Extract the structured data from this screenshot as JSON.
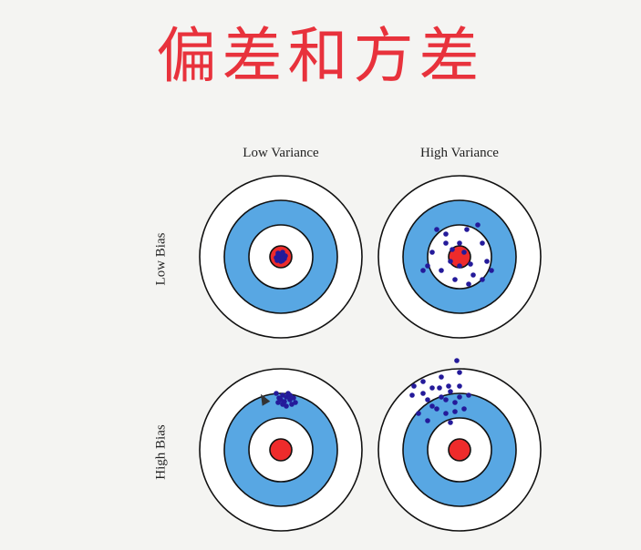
{
  "title": "偏差和方差",
  "columns": [
    "Low Variance",
    "High Variance"
  ],
  "rows": [
    "Low Bias",
    "High Bias"
  ],
  "colors": {
    "ring_blue": "#58a7e3",
    "bullseye_red": "#ee2b2b",
    "dot_navy": "#241a9a",
    "title_red": "#e8323c"
  },
  "targets": [
    {
      "name": "low-bias-low-variance",
      "points": [
        [
          -3,
          -4
        ],
        [
          2,
          -5
        ],
        [
          -5,
          1
        ],
        [
          4,
          2
        ],
        [
          0,
          5
        ],
        [
          -2,
          -1
        ],
        [
          3,
          -2
        ],
        [
          -4,
          4
        ],
        [
          5,
          -1
        ],
        [
          1,
          1
        ],
        [
          -1,
          3
        ],
        [
          2,
          4
        ],
        [
          -3,
          -2
        ],
        [
          0,
          -3
        ]
      ]
    },
    {
      "name": "low-bias-high-variance",
      "points": [
        [
          -15,
          -25
        ],
        [
          8,
          -30
        ],
        [
          -30,
          -5
        ],
        [
          25,
          -15
        ],
        [
          -20,
          15
        ],
        [
          15,
          20
        ],
        [
          0,
          -15
        ],
        [
          -10,
          5
        ],
        [
          30,
          5
        ],
        [
          -5,
          25
        ],
        [
          20,
          -35
        ],
        [
          -25,
          -30
        ],
        [
          35,
          15
        ],
        [
          -35,
          10
        ],
        [
          10,
          30
        ],
        [
          5,
          -5
        ],
        [
          -15,
          -15
        ],
        [
          25,
          25
        ],
        [
          -40,
          15
        ],
        [
          0,
          10
        ],
        [
          12,
          8
        ],
        [
          -8,
          -8
        ]
      ]
    },
    {
      "name": "high-bias-low-variance",
      "points": [
        [
          2,
          -60
        ],
        [
          6,
          -58
        ],
        [
          10,
          -55
        ],
        [
          -2,
          -57
        ],
        [
          4,
          -53
        ],
        [
          12,
          -50
        ],
        [
          -5,
          -62
        ],
        [
          8,
          -62
        ],
        [
          0,
          -55
        ],
        [
          14,
          -57
        ],
        [
          6,
          -48
        ],
        [
          -3,
          -52
        ],
        [
          10,
          -60
        ],
        [
          16,
          -52
        ],
        [
          2,
          -50
        ]
      ]
    },
    {
      "name": "high-bias-high-variance",
      "points": [
        [
          -52,
          -60
        ],
        [
          -40,
          -62
        ],
        [
          -30,
          -68
        ],
        [
          -35,
          -55
        ],
        [
          -20,
          -58
        ],
        [
          -10,
          -64
        ],
        [
          0,
          -70
        ],
        [
          -5,
          -52
        ],
        [
          -25,
          -45
        ],
        [
          -45,
          -40
        ],
        [
          10,
          -60
        ],
        [
          -15,
          -40
        ],
        [
          -35,
          -32
        ],
        [
          -10,
          -30
        ],
        [
          5,
          -45
        ],
        [
          -40,
          -75
        ],
        [
          -50,
          -70
        ],
        [
          -22,
          -68
        ],
        [
          -30,
          -48
        ],
        [
          -5,
          -42
        ],
        [
          -15,
          -55
        ],
        [
          -12,
          -70
        ],
        [
          0,
          -85
        ],
        [
          -20,
          -80
        ],
        [
          -3,
          -98
        ],
        [
          0,
          -58
        ]
      ]
    }
  ]
}
